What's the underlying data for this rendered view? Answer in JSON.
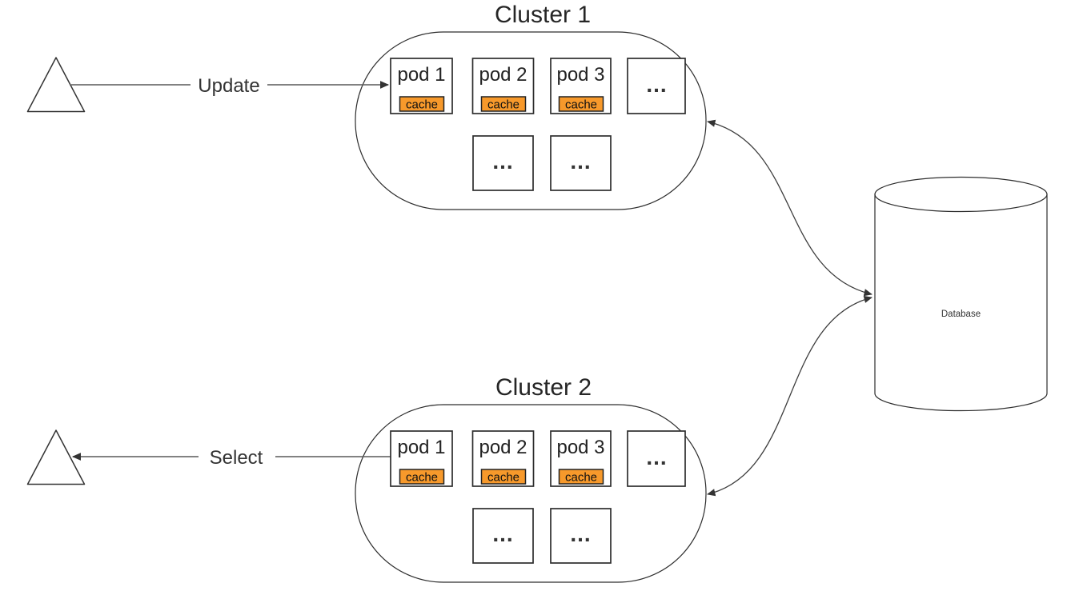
{
  "clusters": [
    {
      "title": "Cluster 1",
      "pods": [
        {
          "label": "pod 1",
          "cache": "cache",
          "fill": "#5ECD8C"
        },
        {
          "label": "pod 2",
          "cache": "cache",
          "fill": "#ffffff"
        },
        {
          "label": "pod 3",
          "cache": "cache",
          "fill": "#ffffff"
        },
        {
          "label": "..."
        }
      ],
      "more_pods": [
        {
          "label": "..."
        },
        {
          "label": "..."
        }
      ]
    },
    {
      "title": "Cluster 2",
      "pods": [
        {
          "label": "pod 1",
          "cache": "cache",
          "fill": "#C96C6C"
        },
        {
          "label": "pod 2",
          "cache": "cache",
          "fill": "#ffffff"
        },
        {
          "label": "pod 3",
          "cache": "cache",
          "fill": "#ffffff"
        },
        {
          "label": "..."
        }
      ],
      "more_pods": [
        {
          "label": "..."
        },
        {
          "label": "..."
        }
      ]
    }
  ],
  "flows": [
    {
      "label": "Update"
    },
    {
      "label": "Select"
    }
  ],
  "database": {
    "label": "Database"
  },
  "colors": {
    "cache_orange": "#F7992B",
    "pod_green": "#5ECD8C",
    "pod_red": "#C96C6C",
    "shape_stroke": "#2d2d2d",
    "connector": "#3d3d3d"
  }
}
